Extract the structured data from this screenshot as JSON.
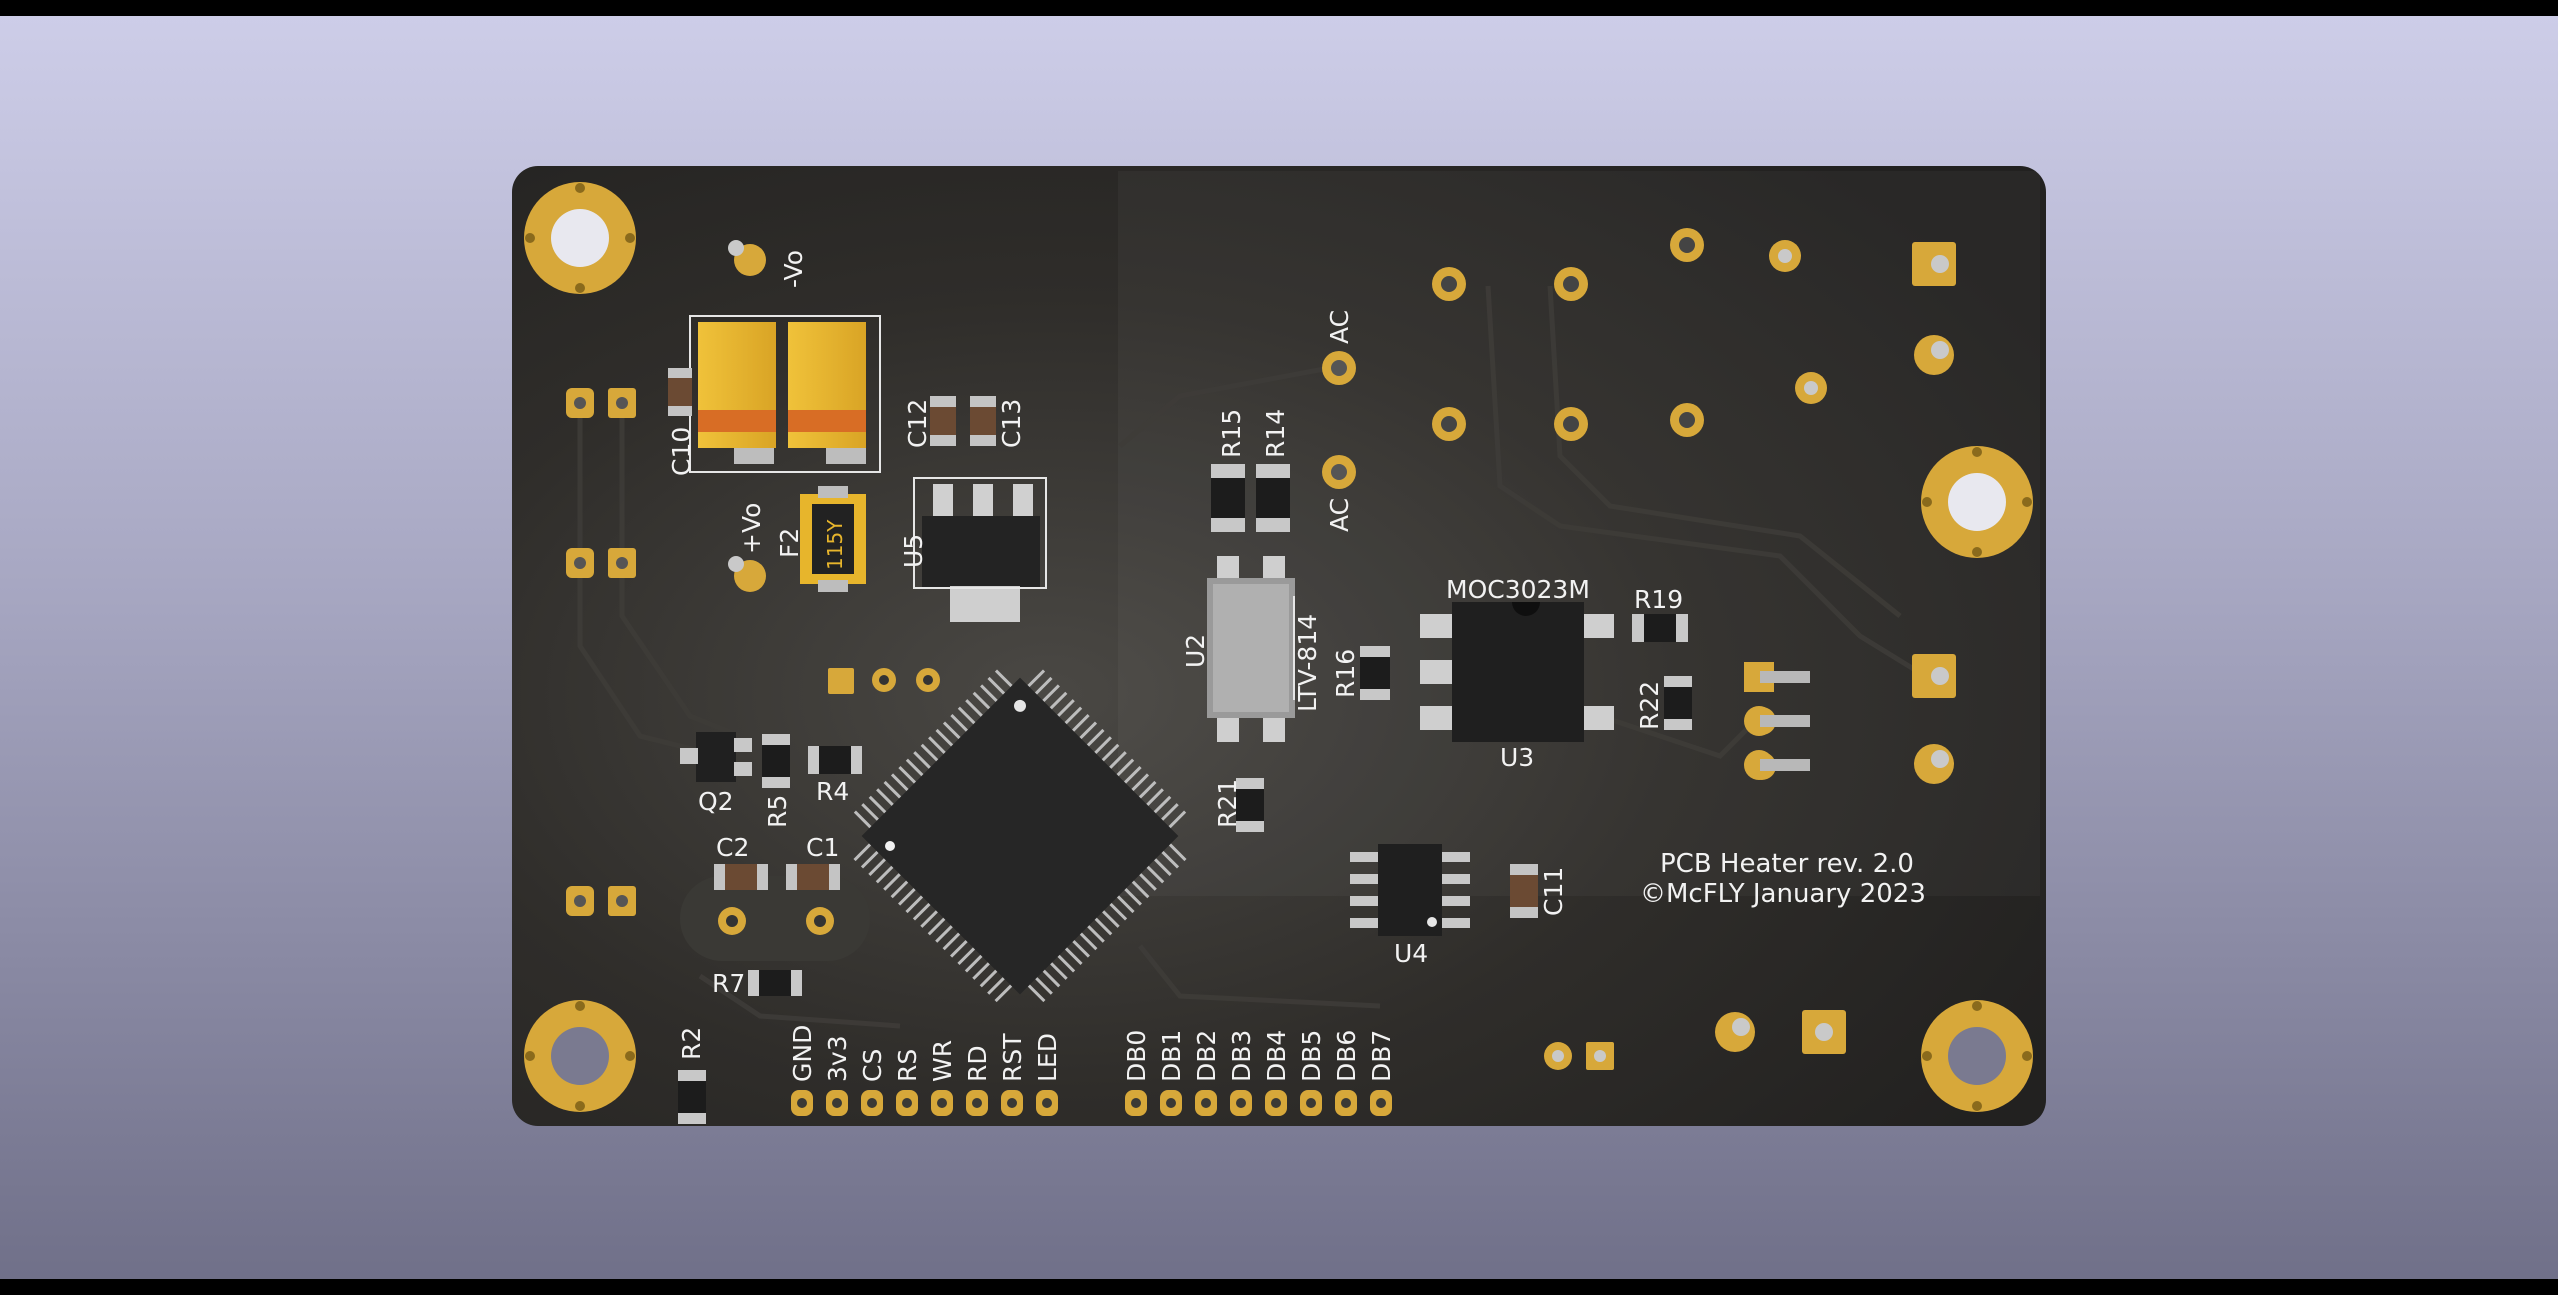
{
  "silkscreen": {
    "neg_vo": "-Vo",
    "pos_vo": "+Vo",
    "ac_top": "AC",
    "ac_bottom": "AC",
    "c10": "C10",
    "c12": "C12",
    "c13": "C13",
    "f2": "F2",
    "f2_marking": "115Y",
    "u5": "U5",
    "r15": "R15",
    "r14": "R14",
    "u2": "U2",
    "u2_part": "LTV-814",
    "r16": "R16",
    "moc_part": "MOC3023M",
    "u3": "U3",
    "r19": "R19",
    "r22": "R22",
    "q2": "Q2",
    "r5": "R5",
    "r4": "R4",
    "c2": "C2",
    "c1": "C1",
    "r7": "R7",
    "r2": "R2",
    "r21": "R21",
    "u4": "U4",
    "c11": "C11",
    "board_title": "PCB Heater rev. 2.0",
    "board_credit": "©McFLY January 2023"
  },
  "lcd_header_left": [
    "GND",
    "3v3",
    "CS",
    "RS",
    "WR",
    "RD",
    "RST",
    "LED"
  ],
  "lcd_header_right": [
    "DB0",
    "DB1",
    "DB2",
    "DB3",
    "DB4",
    "DB5",
    "DB6",
    "DB7"
  ],
  "colors": {
    "board": "#2f2d2a",
    "copper_pad": "#d7a83a",
    "tantalum_cap": "#e7b52c",
    "tantalum_band": "#d86d25",
    "silkscreen": "#f2f2f2",
    "ic_body": "#222222",
    "optocoupler_body": "#9a9a9a"
  }
}
